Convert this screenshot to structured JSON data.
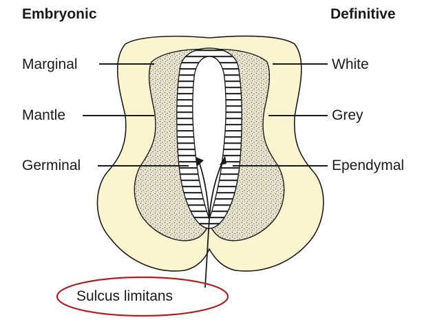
{
  "headers": {
    "left": "Embryonic",
    "right": "Definitive"
  },
  "labels": {
    "left": [
      "Marginal",
      "Mantle",
      "Germinal"
    ],
    "right": [
      "White",
      "Grey",
      "Ependymal"
    ]
  },
  "bottom_label": "Sulcus limitans",
  "colors": {
    "marginal_layer": "#fbf5cf",
    "mantle_stipple_bg": "#eae6cf",
    "stipple_dot": "#5a5a5a",
    "germinal_stripe": "#2a2a2a",
    "outline": "#1a1a1a",
    "highlight_ellipse": "#b01e23"
  }
}
